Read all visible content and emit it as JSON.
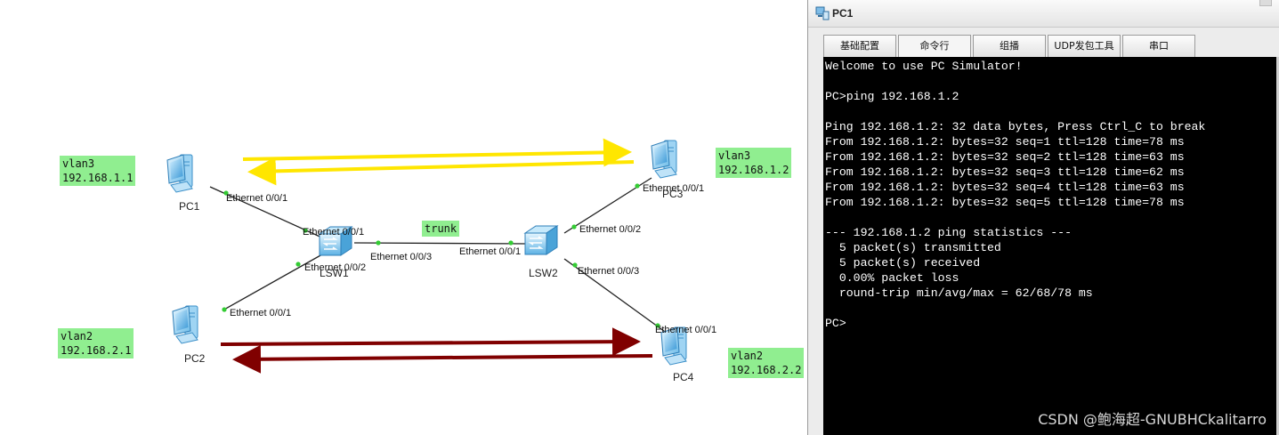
{
  "devices": {
    "pc1": "PC1",
    "pc2": "PC2",
    "pc3": "PC3",
    "pc4": "PC4",
    "lsw1": "LSW1",
    "lsw2": "LSW2"
  },
  "ports": {
    "pc1_e001": "Ethernet 0/0/1",
    "lsw1_e001": "Ethernet 0/0/1",
    "lsw1_e002": "Ethernet 0/0/2",
    "lsw1_e003": "Ethernet 0/0/3",
    "pc2_e001": "Ethernet 0/0/1",
    "lsw2_e001": "Ethernet 0/0/1",
    "lsw2_e002": "Ethernet 0/0/2",
    "lsw2_e003": "Ethernet 0/0/3",
    "pc3_e001": "Ethernet 0/0/1",
    "pc4_e001": "Ethernet 0/0/1"
  },
  "notes": {
    "pc1": "vlan3\n192.168.1.1",
    "pc2": "vlan2\n192.168.2.1",
    "pc3": "vlan3\n192.168.1.2",
    "pc4": "vlan2\n192.168.2.2",
    "trunk": "trunk"
  },
  "colors": {
    "vlan3_arrow": "#ffe600",
    "vlan2_arrow": "#800000",
    "note_bg": "#90ee90"
  },
  "window": {
    "title": "PC1",
    "tabs": [
      "基础配置",
      "命令行",
      "组播",
      "UDP发包工具",
      "串口"
    ],
    "active_tab": "命令行"
  },
  "console": {
    "lines": [
      "Welcome to use PC Simulator!",
      "",
      "PC>ping 192.168.1.2",
      "",
      "Ping 192.168.1.2: 32 data bytes, Press Ctrl_C to break",
      "From 192.168.1.2: bytes=32 seq=1 ttl=128 time=78 ms",
      "From 192.168.1.2: bytes=32 seq=2 ttl=128 time=63 ms",
      "From 192.168.1.2: bytes=32 seq=3 ttl=128 time=62 ms",
      "From 192.168.1.2: bytes=32 seq=4 ttl=128 time=63 ms",
      "From 192.168.1.2: bytes=32 seq=5 ttl=128 time=78 ms",
      "",
      "--- 192.168.1.2 ping statistics ---",
      "  5 packet(s) transmitted",
      "  5 packet(s) received",
      "  0.00% packet loss",
      "  round-trip min/avg/max = 62/68/78 ms",
      "",
      "PC>"
    ]
  },
  "watermark": "CSDN @鲍海超-GNUBHCkalitarro"
}
